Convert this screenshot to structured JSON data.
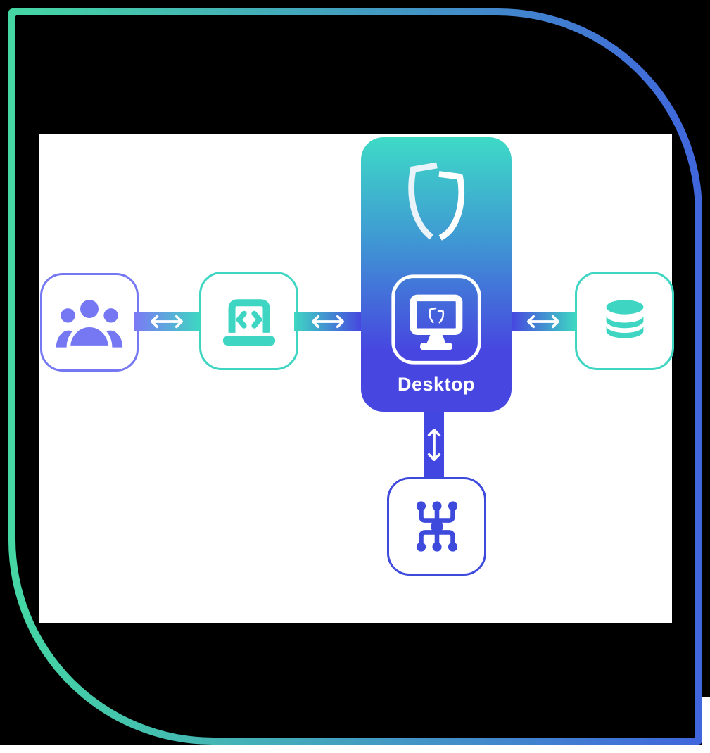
{
  "colors": {
    "purple": "#7577F3",
    "connector_purple": "#7B79F5",
    "teal": "#3ED6C2",
    "blue": "#3D4ADB",
    "connector_blue": "#4247E2",
    "frame_green": "#45D7A3",
    "frame_blue": "#4066DD",
    "card_teal": "#3EDAC6",
    "card_mid": "#3F9BD3",
    "card_blue": "#4746E0",
    "shield_left": "#E9F3F9",
    "arrow_white": "#FFFFFF"
  },
  "diagram": {
    "center_node": {
      "id": "desktop",
      "label": "Desktop",
      "icons": [
        "shield-logo-icon",
        "secure-desktop-monitor-icon"
      ]
    },
    "nodes": [
      {
        "id": "users",
        "icon": "users-group-icon",
        "color": "#7577F3"
      },
      {
        "id": "web-code",
        "icon": "laptop-code-icon",
        "color": "#3ED6C2"
      },
      {
        "id": "database",
        "icon": "database-icon",
        "color": "#3ED6C2"
      },
      {
        "id": "network",
        "icon": "network-topology-icon",
        "color": "#3D4ADB"
      }
    ],
    "connections": [
      {
        "from": "users",
        "to": "web-code",
        "bidirectional": true,
        "style": "gradient-purple-to-teal"
      },
      {
        "from": "web-code",
        "to": "desktop",
        "bidirectional": true,
        "style": "gradient-teal-to-blue"
      },
      {
        "from": "desktop",
        "to": "database",
        "bidirectional": true,
        "style": "gradient-blue-to-teal"
      },
      {
        "from": "desktop",
        "to": "network",
        "bidirectional": true,
        "style": "solid-blue"
      }
    ]
  }
}
